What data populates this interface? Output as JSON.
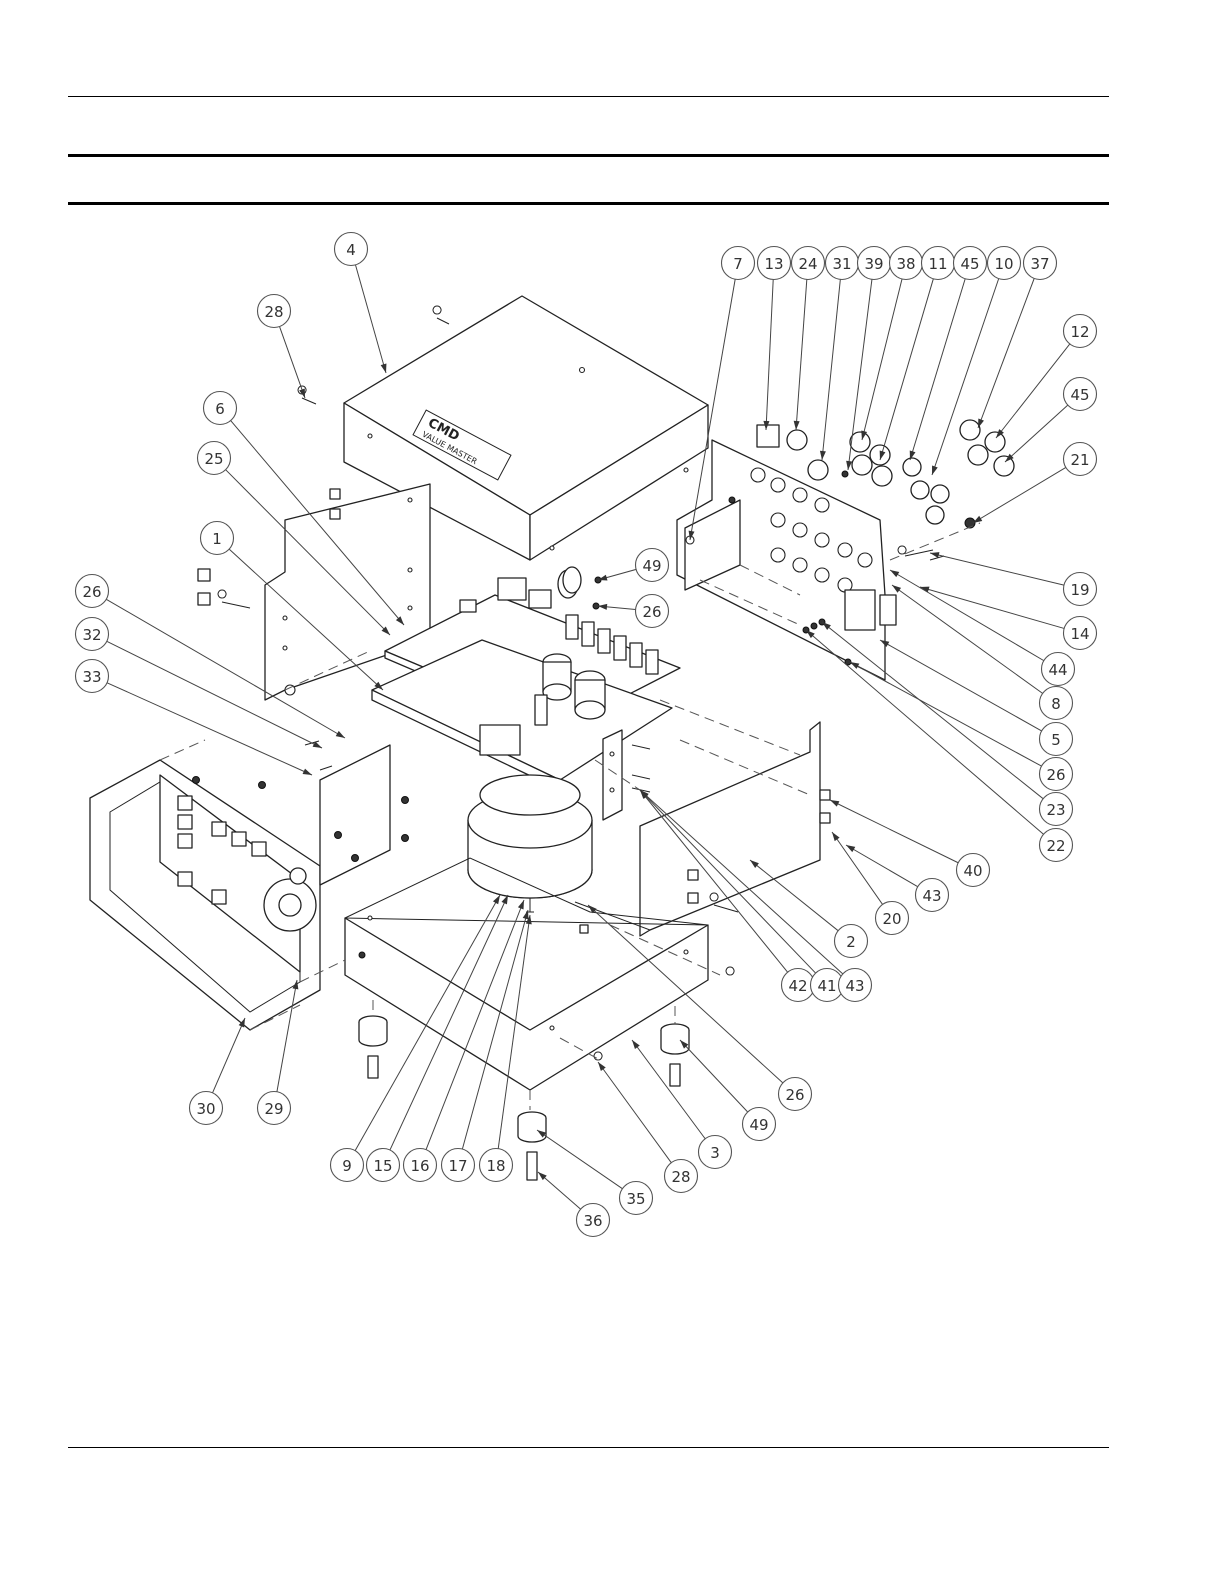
{
  "callouts": [
    {
      "label": "4"
    },
    {
      "label": "28"
    },
    {
      "label": "6"
    },
    {
      "label": "25"
    },
    {
      "label": "1"
    },
    {
      "label": "26"
    },
    {
      "label": "32"
    },
    {
      "label": "33"
    },
    {
      "label": "7"
    },
    {
      "label": "13"
    },
    {
      "label": "24"
    },
    {
      "label": "31"
    },
    {
      "label": "39"
    },
    {
      "label": "38"
    },
    {
      "label": "11"
    },
    {
      "label": "45"
    },
    {
      "label": "10"
    },
    {
      "label": "37"
    },
    {
      "label": "12"
    },
    {
      "label": "45"
    },
    {
      "label": "21"
    },
    {
      "label": "19"
    },
    {
      "label": "14"
    },
    {
      "label": "44"
    },
    {
      "label": "8"
    },
    {
      "label": "5"
    },
    {
      "label": "26"
    },
    {
      "label": "23"
    },
    {
      "label": "22"
    },
    {
      "label": "49"
    },
    {
      "label": "26"
    },
    {
      "label": "40"
    },
    {
      "label": "43"
    },
    {
      "label": "20"
    },
    {
      "label": "2"
    },
    {
      "label": "42"
    },
    {
      "label": "41"
    },
    {
      "label": "43"
    },
    {
      "label": "30"
    },
    {
      "label": "29"
    },
    {
      "label": "9"
    },
    {
      "label": "15"
    },
    {
      "label": "16"
    },
    {
      "label": "17"
    },
    {
      "label": "18"
    },
    {
      "label": "28"
    },
    {
      "label": "3"
    },
    {
      "label": "49"
    },
    {
      "label": "26"
    },
    {
      "label": "35"
    },
    {
      "label": "36"
    }
  ],
  "cover_logo": {
    "mark": "CMD",
    "line": "VALUE MASTER"
  }
}
